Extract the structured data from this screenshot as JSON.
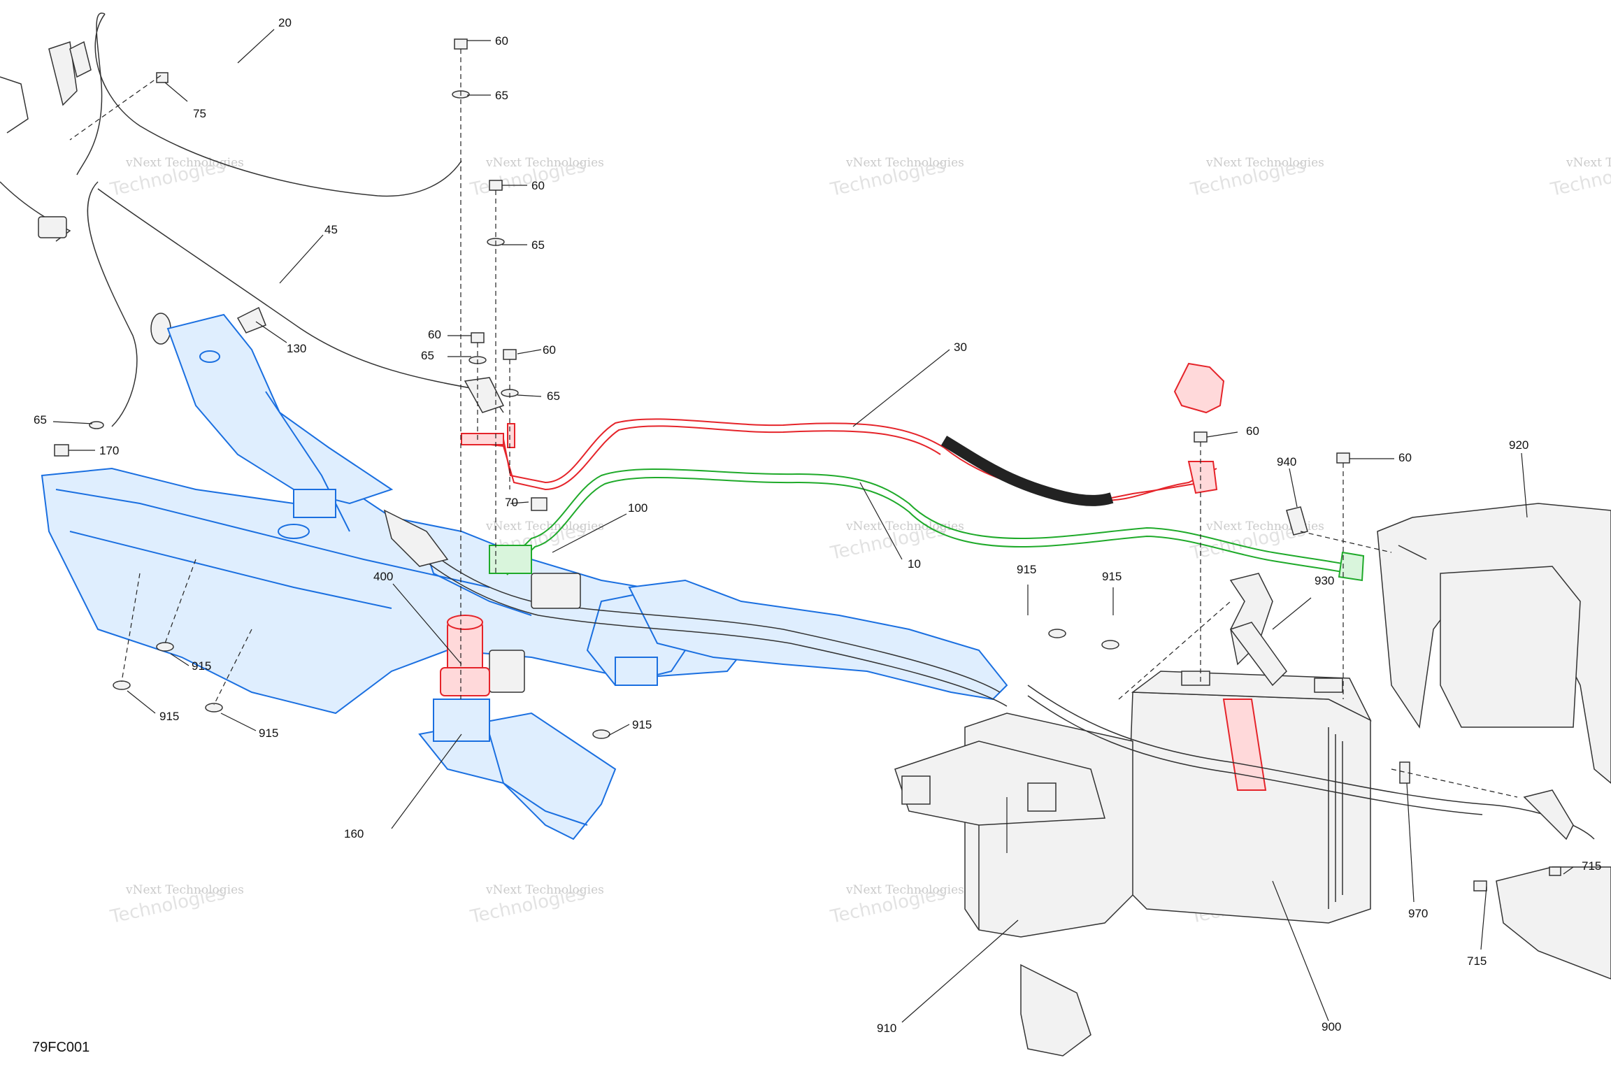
{
  "figure_id": "79FC001",
  "watermark": {
    "line1": "vNext Technologies",
    "line2": "Technologies"
  },
  "callouts": {
    "c20": "20",
    "c75": "75",
    "c45": "45",
    "c130": "130",
    "c65_left": "65",
    "c170": "170",
    "c60_a": "60",
    "c65_a": "65",
    "c60_b": "60",
    "c65_b": "65",
    "c60_c": "60",
    "c65_c": "65",
    "c60_d": "60",
    "c65_d": "65",
    "c30": "30",
    "c60_e": "60",
    "c60_f": "60",
    "c940": "940",
    "c920": "920",
    "c70": "70",
    "c100": "100",
    "c10": "10",
    "c400": "400",
    "c915_a": "915",
    "c915_b": "915",
    "c915_c": "915",
    "c915_d": "915",
    "c915_e": "915",
    "c915_f": "915",
    "c930": "930",
    "c160": "160",
    "c970": "970",
    "c715_a": "715",
    "c715_b": "715",
    "c910": "910",
    "c900": "900"
  },
  "colors": {
    "frame": "#1a6fe0",
    "positive_cable": "#e5242a",
    "negative_cable": "#1faa2a",
    "line_art": "#333333"
  }
}
